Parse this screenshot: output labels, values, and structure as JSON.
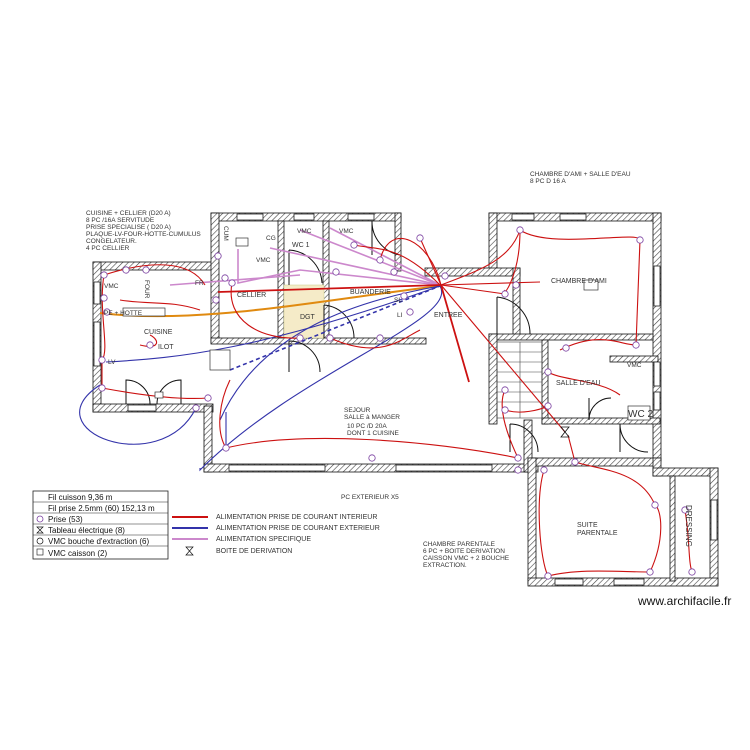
{
  "notes": {
    "cuisine_cellier": [
      "CUISINE + CELLIER (D20 A)",
      "8 PC /16A SERVITUDE",
      "PRISE SPECIALISE ( D20 A)",
      "PLAQUE-LV-FOUR-HOTTE-CUMULUS",
      "CONGELATEUR.",
      "4 PC CELLIER"
    ],
    "chambre_ami": [
      "CHAMBRE D'AMI + SALLE D'EAU",
      "8 PC  D 16 A"
    ],
    "sejour": [
      "SEJOUR",
      "SALLE à MANGER",
      "10 PC /D 20A",
      "DONT 1 CUISINE"
    ],
    "chambre_parentale": [
      "CHAMBRE PARENTALE",
      "6 PC + BOITE DERIVATION",
      "CAISSON VMC + 2 BOUCHE",
      " EXTRACTION."
    ],
    "pc_exterieur": "PC EXTERIEUR  X5"
  },
  "rooms": {
    "cellier": "CELLIER",
    "buanderie": "BUANDERIE",
    "cuisine": "CUISINE",
    "ilot": "ILOT",
    "dgt": "DGT",
    "entree": "ENTREE",
    "wc1": "WC 1",
    "chambre_ami": "CHAMBRE D'AMI",
    "salle_eau": "SALLE D'EAU",
    "wc2": "WC 2",
    "suite": [
      "SUITE",
      "PARENTALE"
    ],
    "dressing": "DRESSING"
  },
  "equipment_labels": {
    "vmc_a": "VMC",
    "vmc_b": "VMC",
    "vmc_c": "VMC",
    "vmc_d": "VMC",
    "vmc_e": "VMC",
    "cg": "CG",
    "cum": "CUM",
    "four": "FOUR",
    "fr": "FR",
    "lv": "LV",
    "sl": "SL",
    "li": "LI",
    "hotte": "PE + HOTTE"
  },
  "legend": {
    "fil_cuisson": "Fil cuisson 9,36 m",
    "fil_prise": "Fil prise 2.5mm (60) 152,13 m",
    "prise": "Prise (53)",
    "tableau": "Tableau électrique (8)",
    "vmc_bouche": "VMC bouche d'extraction (6)",
    "vmc_caisson": "VMC caisson (2)"
  },
  "wire_legend": {
    "interior": "ALIMENTATION PRISE DE COURANT INTERIEUR",
    "exterior": "ALIMENTATION PRISE DE COURANT EXTERIEUR",
    "specific": "ALIMENTATION SPECIFIQUE",
    "boite": "BOITE DE DERIVATION"
  },
  "colors": {
    "interior": "#cc1111",
    "exterior": "#3333aa",
    "specific": "#cc88cc",
    "cooking": "#e08a10",
    "socket": "#7a3fa0",
    "dgt_fill": "#f5ebc8"
  },
  "watermark": "www.archifacile.fr"
}
